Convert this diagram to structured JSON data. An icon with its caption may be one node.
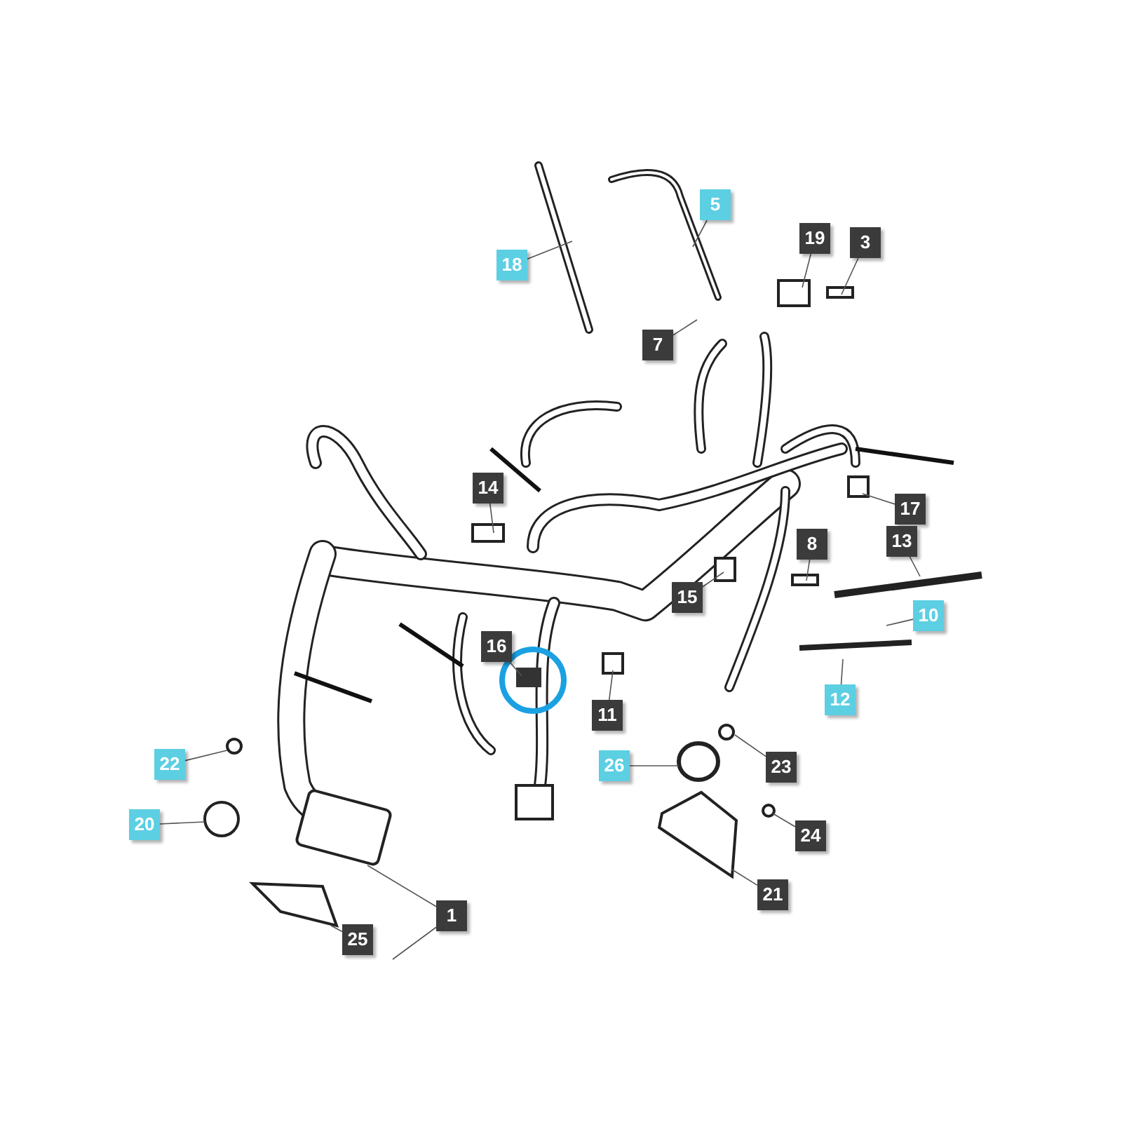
{
  "diagram": {
    "nodes": [
      {
        "text": [
          "5"
        ]
      },
      {
        "text": [
          "19"
        ]
      },
      {
        "text": [
          "3"
        ]
      },
      {
        "text": [
          "18"
        ]
      },
      {
        "text": [
          "7"
        ]
      },
      {
        "text": [
          "14"
        ]
      },
      {
        "text": [
          "17"
        ]
      },
      {
        "text": [
          "13"
        ]
      },
      {
        "text": [
          "8"
        ]
      },
      {
        "text": [
          "15"
        ]
      },
      {
        "text": [
          "10"
        ]
      },
      {
        "text": [
          "16"
        ]
      },
      {
        "text": [
          "12"
        ]
      },
      {
        "text": [
          "11"
        ]
      },
      {
        "text": [
          "22"
        ]
      },
      {
        "text": [
          "26"
        ]
      },
      {
        "text": [
          "23"
        ]
      },
      {
        "text": [
          "20"
        ]
      },
      {
        "text": [
          "24"
        ]
      },
      {
        "text": [
          "21"
        ]
      },
      {
        "text": [
          "1"
        ]
      },
      {
        "text": [
          "25"
        ]
      }
    ],
    "edges": [
      {
        "from": 0,
        "to": null,
        "arrow": "none"
      },
      {
        "from": 1,
        "to": null,
        "arrow": "none"
      },
      {
        "from": 2,
        "to": null,
        "arrow": "none"
      },
      {
        "from": 3,
        "to": null,
        "arrow": "none"
      },
      {
        "from": 4,
        "to": null,
        "arrow": "none"
      },
      {
        "from": 5,
        "to": null,
        "arrow": "none"
      },
      {
        "from": 6,
        "to": null,
        "arrow": "none"
      },
      {
        "from": 7,
        "to": null,
        "arrow": "none"
      },
      {
        "from": 8,
        "to": null,
        "arrow": "none"
      },
      {
        "from": 9,
        "to": null,
        "arrow": "none"
      },
      {
        "from": 10,
        "to": null,
        "arrow": "none"
      },
      {
        "from": 11,
        "to": null,
        "arrow": "none"
      },
      {
        "from": 12,
        "to": null,
        "arrow": "none"
      },
      {
        "from": 13,
        "to": null,
        "arrow": "none"
      },
      {
        "from": 14,
        "to": null,
        "arrow": "none"
      },
      {
        "from": 15,
        "to": null,
        "arrow": "none"
      },
      {
        "from": 16,
        "to": null,
        "arrow": "none"
      },
      {
        "from": 17,
        "to": null,
        "arrow": "none"
      },
      {
        "from": 18,
        "to": null,
        "arrow": "none"
      },
      {
        "from": 19,
        "to": null,
        "arrow": "none"
      },
      {
        "from": 20,
        "to": null,
        "arrow": "none"
      },
      {
        "from": 20,
        "to": null,
        "arrow": "none"
      },
      {
        "from": 21,
        "to": null,
        "arrow": "none"
      }
    ]
  }
}
